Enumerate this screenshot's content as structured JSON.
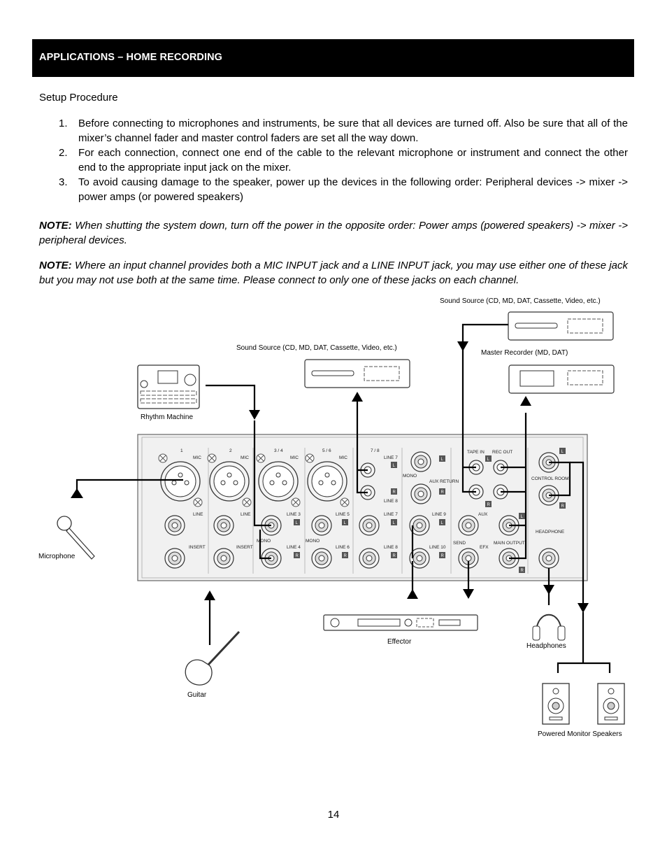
{
  "header": {
    "title": "APPLICATIONS – HOME RECORDING"
  },
  "setup_title": "Setup Procedure",
  "steps": [
    {
      "num": "1.",
      "text": "Before connecting to microphones and instruments, be sure that all devices are turned off. Also be sure that all of the mixer’s channel fader and master control faders are set all the way down."
    },
    {
      "num": "2.",
      "text": "For each connection, connect one end of the cable to the relevant microphone or instrument and connect the other end to the appropriate input jack on the mixer."
    },
    {
      "num": "3.",
      "text": "To avoid causing damage to the speaker, power up the devices in the following order: Peripheral devices -> mixer -> power amps (or powered speakers)"
    }
  ],
  "notes": [
    {
      "label": "NOTE:",
      "text": "When shutting the system down, turn off the power in the opposite order: Power amps (powered speakers) -> mixer -> peripheral devices."
    },
    {
      "label": "NOTE:",
      "text": "Where an input channel provides both a MIC INPUT jack and a LINE INPUT jack, you may use either one of these jack but you may not use both at the same time. Please connect to only one of these jacks on each channel."
    }
  ],
  "diagram": {
    "labels": {
      "sound_source_top": "Sound Source (CD, MD, DAT, Cassette, Video, etc.)",
      "sound_source_mid": "Sound Source (CD, MD, DAT, Cassette, Video, etc.)",
      "master_recorder": "Master Recorder (MD, DAT)",
      "rhythm_machine": "Rhythm Machine",
      "microphone": "Microphone",
      "guitar": "Guitar",
      "effector": "Effector",
      "headphones": "Headphones",
      "powered_monitor_speakers": "Powered Monitor Speakers"
    },
    "panel_labels": {
      "ch1": "1",
      "ch2": "2",
      "ch34": "3 / 4",
      "ch56": "5 / 6",
      "ch78": "7 / 8",
      "mic": "MIC",
      "line": "LINE",
      "insert": "INSERT",
      "mono": "MONO",
      "line3": "LINE 3",
      "line4": "LINE 4",
      "line5": "LINE 5",
      "line6": "LINE 6",
      "line7": "LINE 7",
      "line8": "LINE 8",
      "line9": "LINE 9",
      "line10": "LINE 10",
      "aux_return": "AUX RETURN",
      "aux": "AUX",
      "send": "SEND",
      "efx": "EFX",
      "tape_in": "TAPE IN",
      "rec_out": "REC OUT",
      "main_output": "MAIN OUTPUT",
      "control_room": "CONTROL ROOM",
      "headphone": "HEADPHONE",
      "l": "L",
      "r": "R"
    }
  },
  "page_number": "14"
}
